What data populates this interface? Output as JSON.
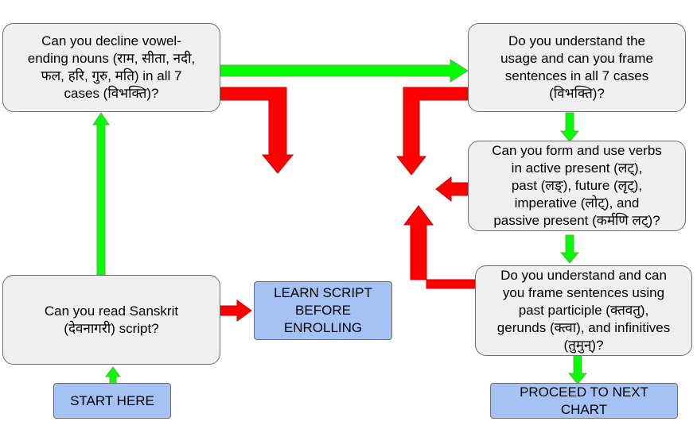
{
  "nodes": {
    "q_decline": "Can you decline vowel-\nending nouns (राम, सीता, नदी,\nफल, हरि, गुरु, मति) in all 7\ncases (विभक्ति)?",
    "q_usage": "Do you understand the\nusage and can you frame\nsentences in all 7 cases\n(विभक्ति)?",
    "q_verbs": "Can you form and use verbs\nin active present (लट्),\npast (लङ्), future (लृट्),\nimperative (लोट्), and\npassive present (कर्मणि लट्)?",
    "q_participles": "Do you understand and can\nyou frame sentences using\npast participle (क्तवतु),\ngerunds (क्त्वा), and infinitives\n(तुमुन्)?",
    "q_read": "Can you read Sanskrit\n(देवनागरी) script?",
    "a_learn": "LEARN SCRIPT\nBEFORE\nENROLLING",
    "a_start": "START HERE",
    "a_proceed": "PROCEED TO NEXT\nCHART"
  },
  "colors": {
    "yes_arrow": "#00ff00",
    "no_arrow": "#ff0000",
    "question_fill": "#efefef",
    "action_fill": "#a4c2f4"
  }
}
